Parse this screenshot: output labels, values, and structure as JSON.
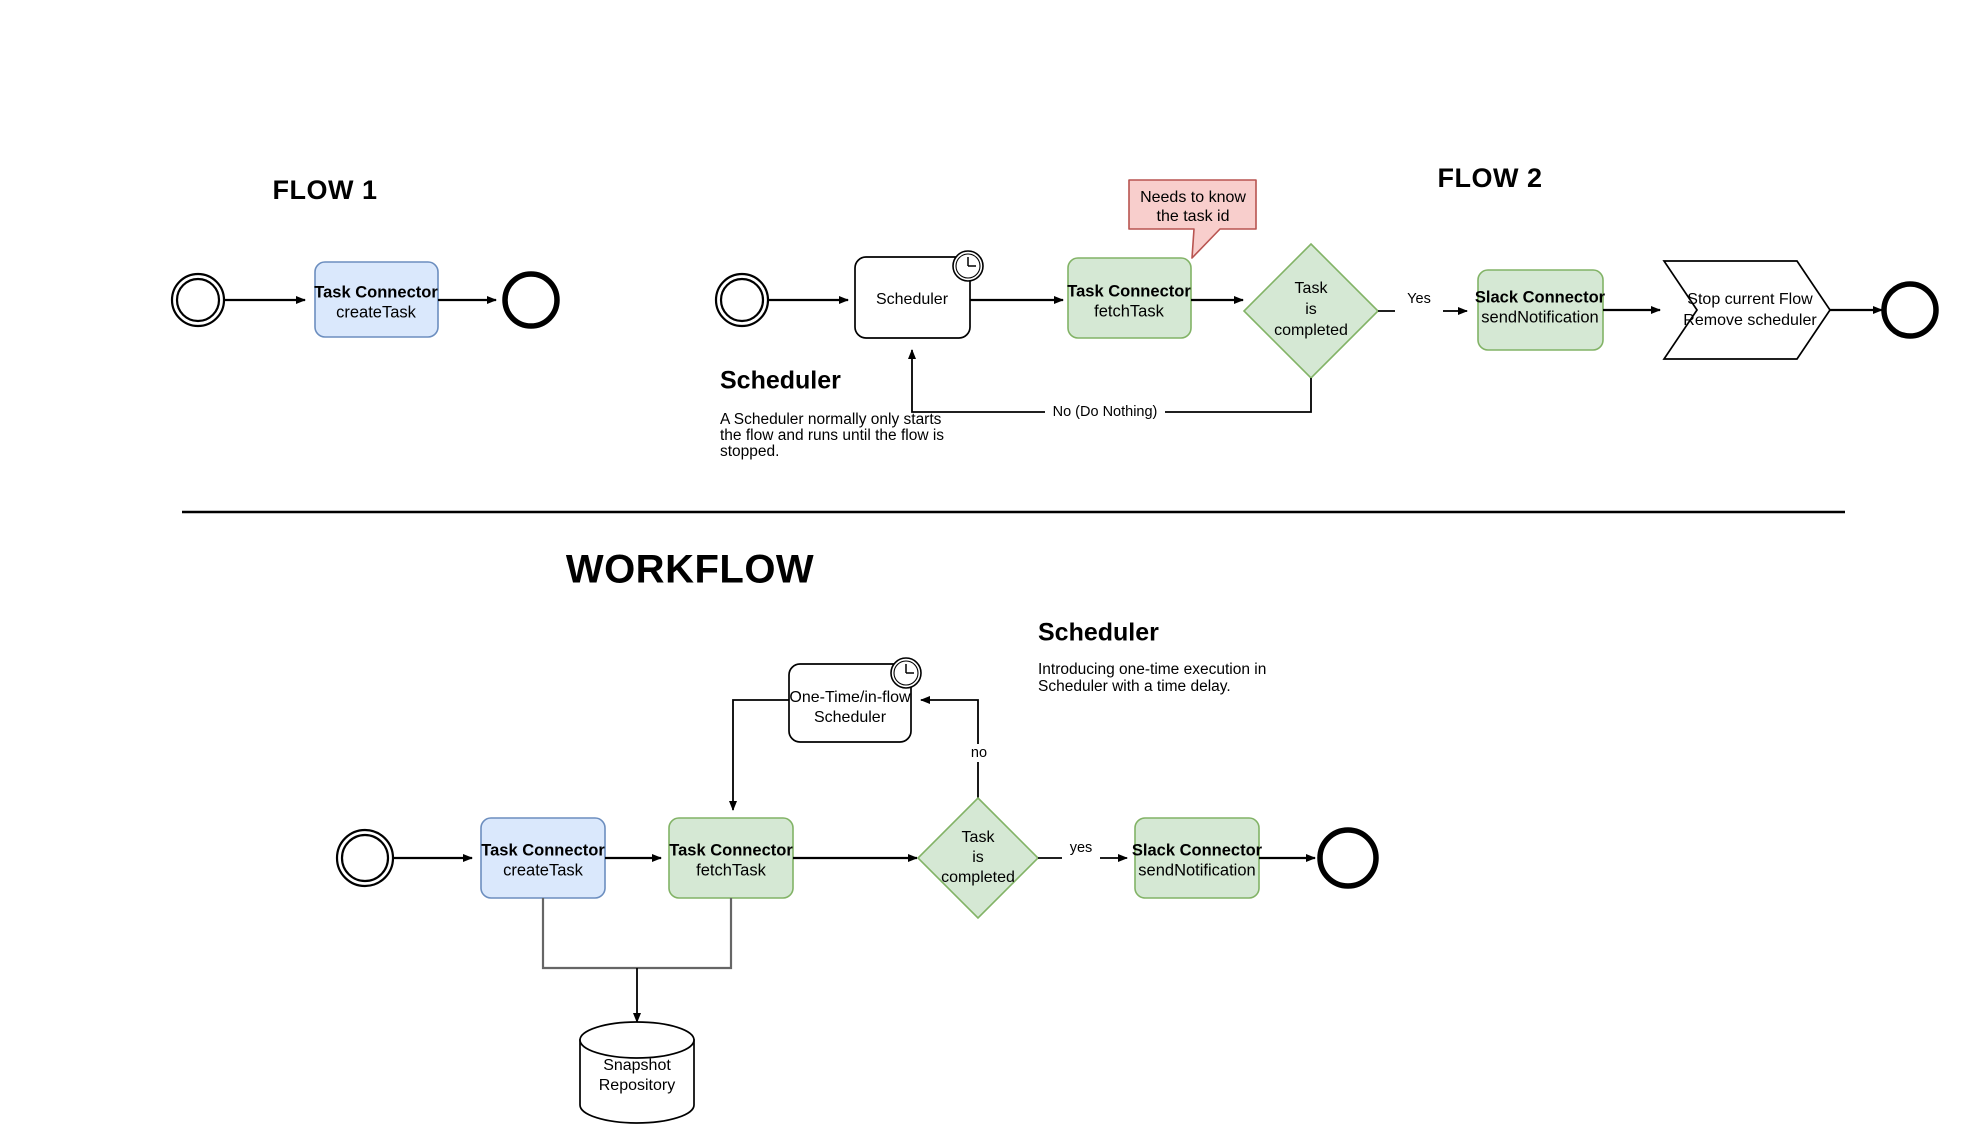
{
  "page": {
    "sections": [
      {
        "id": "flow1",
        "title": "FLOW 1"
      },
      {
        "id": "flow2",
        "title": "FLOW 2"
      },
      {
        "id": "workflow",
        "title": "WORKFLOW"
      }
    ]
  },
  "flow1": {
    "title": "FLOW 1",
    "start_event": "start-event",
    "task": {
      "title": "Task Connector",
      "subtitle": "createTask"
    },
    "end_event": "end-event"
  },
  "flow2": {
    "title": "FLOW 2",
    "start_event": "start-event",
    "scheduler": {
      "label": "Scheduler",
      "icon": "clock-icon"
    },
    "fetch_task": {
      "title": "Task Connector",
      "subtitle": "fetchTask"
    },
    "callout": {
      "line1": "Needs to know",
      "line2": "the task id"
    },
    "gateway": {
      "line1": "Task",
      "line2": "is",
      "line3": "completed"
    },
    "edge_yes": "Yes",
    "edge_no": "No (Do Nothing)",
    "slack": {
      "title": "Slack Connector",
      "subtitle": "sendNotification"
    },
    "terminator": {
      "line1": "Stop current Flow",
      "line2": "Remove scheduler"
    },
    "end_event": "end-event",
    "note": {
      "heading": "Scheduler",
      "body_line1": "A Scheduler normally only starts",
      "body_line2": "the flow and runs until the flow is",
      "body_line3": "stopped."
    }
  },
  "workflow": {
    "title": "WORKFLOW",
    "note": {
      "heading": "Scheduler",
      "body_line1": "Introducing one-time execution in",
      "body_line2": "Scheduler with a time delay."
    },
    "start_event": "start-event",
    "create_task": {
      "title": "Task Connector",
      "subtitle": "createTask"
    },
    "fetch_task": {
      "title": "Task Connector",
      "subtitle": "fetchTask"
    },
    "one_time_scheduler": {
      "line1": "One-Time/in-flow",
      "line2": "Scheduler",
      "icon": "clock-icon"
    },
    "gateway": {
      "line1": "Task",
      "line2": "is",
      "line3": "completed"
    },
    "edge_yes": "yes",
    "edge_no": "no",
    "slack": {
      "title": "Slack Connector",
      "subtitle": "sendNotification"
    },
    "end_event": "end-event",
    "repository": {
      "line1": "Snapshot",
      "line2": "Repository",
      "shape": "database-cylinder"
    }
  },
  "colors": {
    "blue_fill": "#dae8fc",
    "blue_stroke": "#6c8ebf",
    "green_fill": "#d5e8d4",
    "green_stroke": "#82b366",
    "pink_fill": "#f8cecc",
    "pink_stroke": "#b85450",
    "line": "#000000",
    "gray_line": "#666666",
    "white_fill": "#ffffff"
  }
}
